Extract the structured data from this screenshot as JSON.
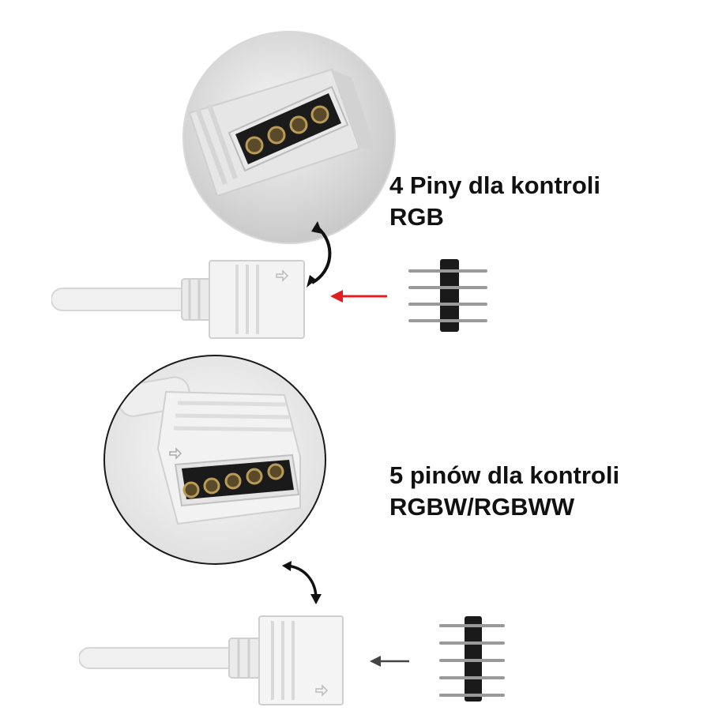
{
  "section_rgb": {
    "caption_line1": "4 Piny dla kontroli",
    "caption_line2": "RGB",
    "arrow_color": "#e02020"
  },
  "section_rgbw": {
    "caption_line1": "5 pinów dla kontroli",
    "caption_line2": "RGBW/RGBWW",
    "arrow_color": "#444444"
  }
}
